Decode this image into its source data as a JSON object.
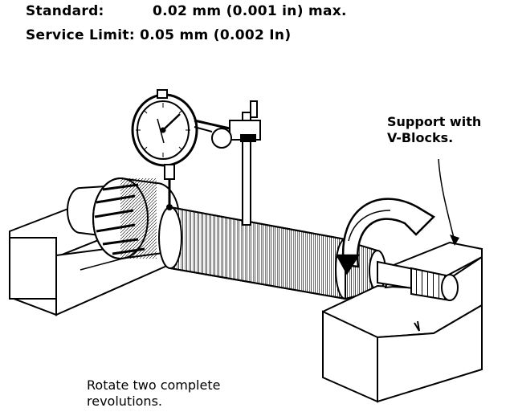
{
  "specs": {
    "standard_label": "Standard:",
    "standard_value": "0.02 mm (0.001 in) max.",
    "limit_label": "Service Limit:",
    "limit_value": "0.05 mm (0.002 In)"
  },
  "callouts": {
    "support_line1": "Support with",
    "support_line2": "V-Blocks.",
    "rotate_line1": "Rotate two complete",
    "rotate_line2": "revolutions."
  },
  "icons": {
    "dial_indicator": "dial-indicator-icon",
    "rotation_arrow": "rotation-arrow-icon"
  }
}
